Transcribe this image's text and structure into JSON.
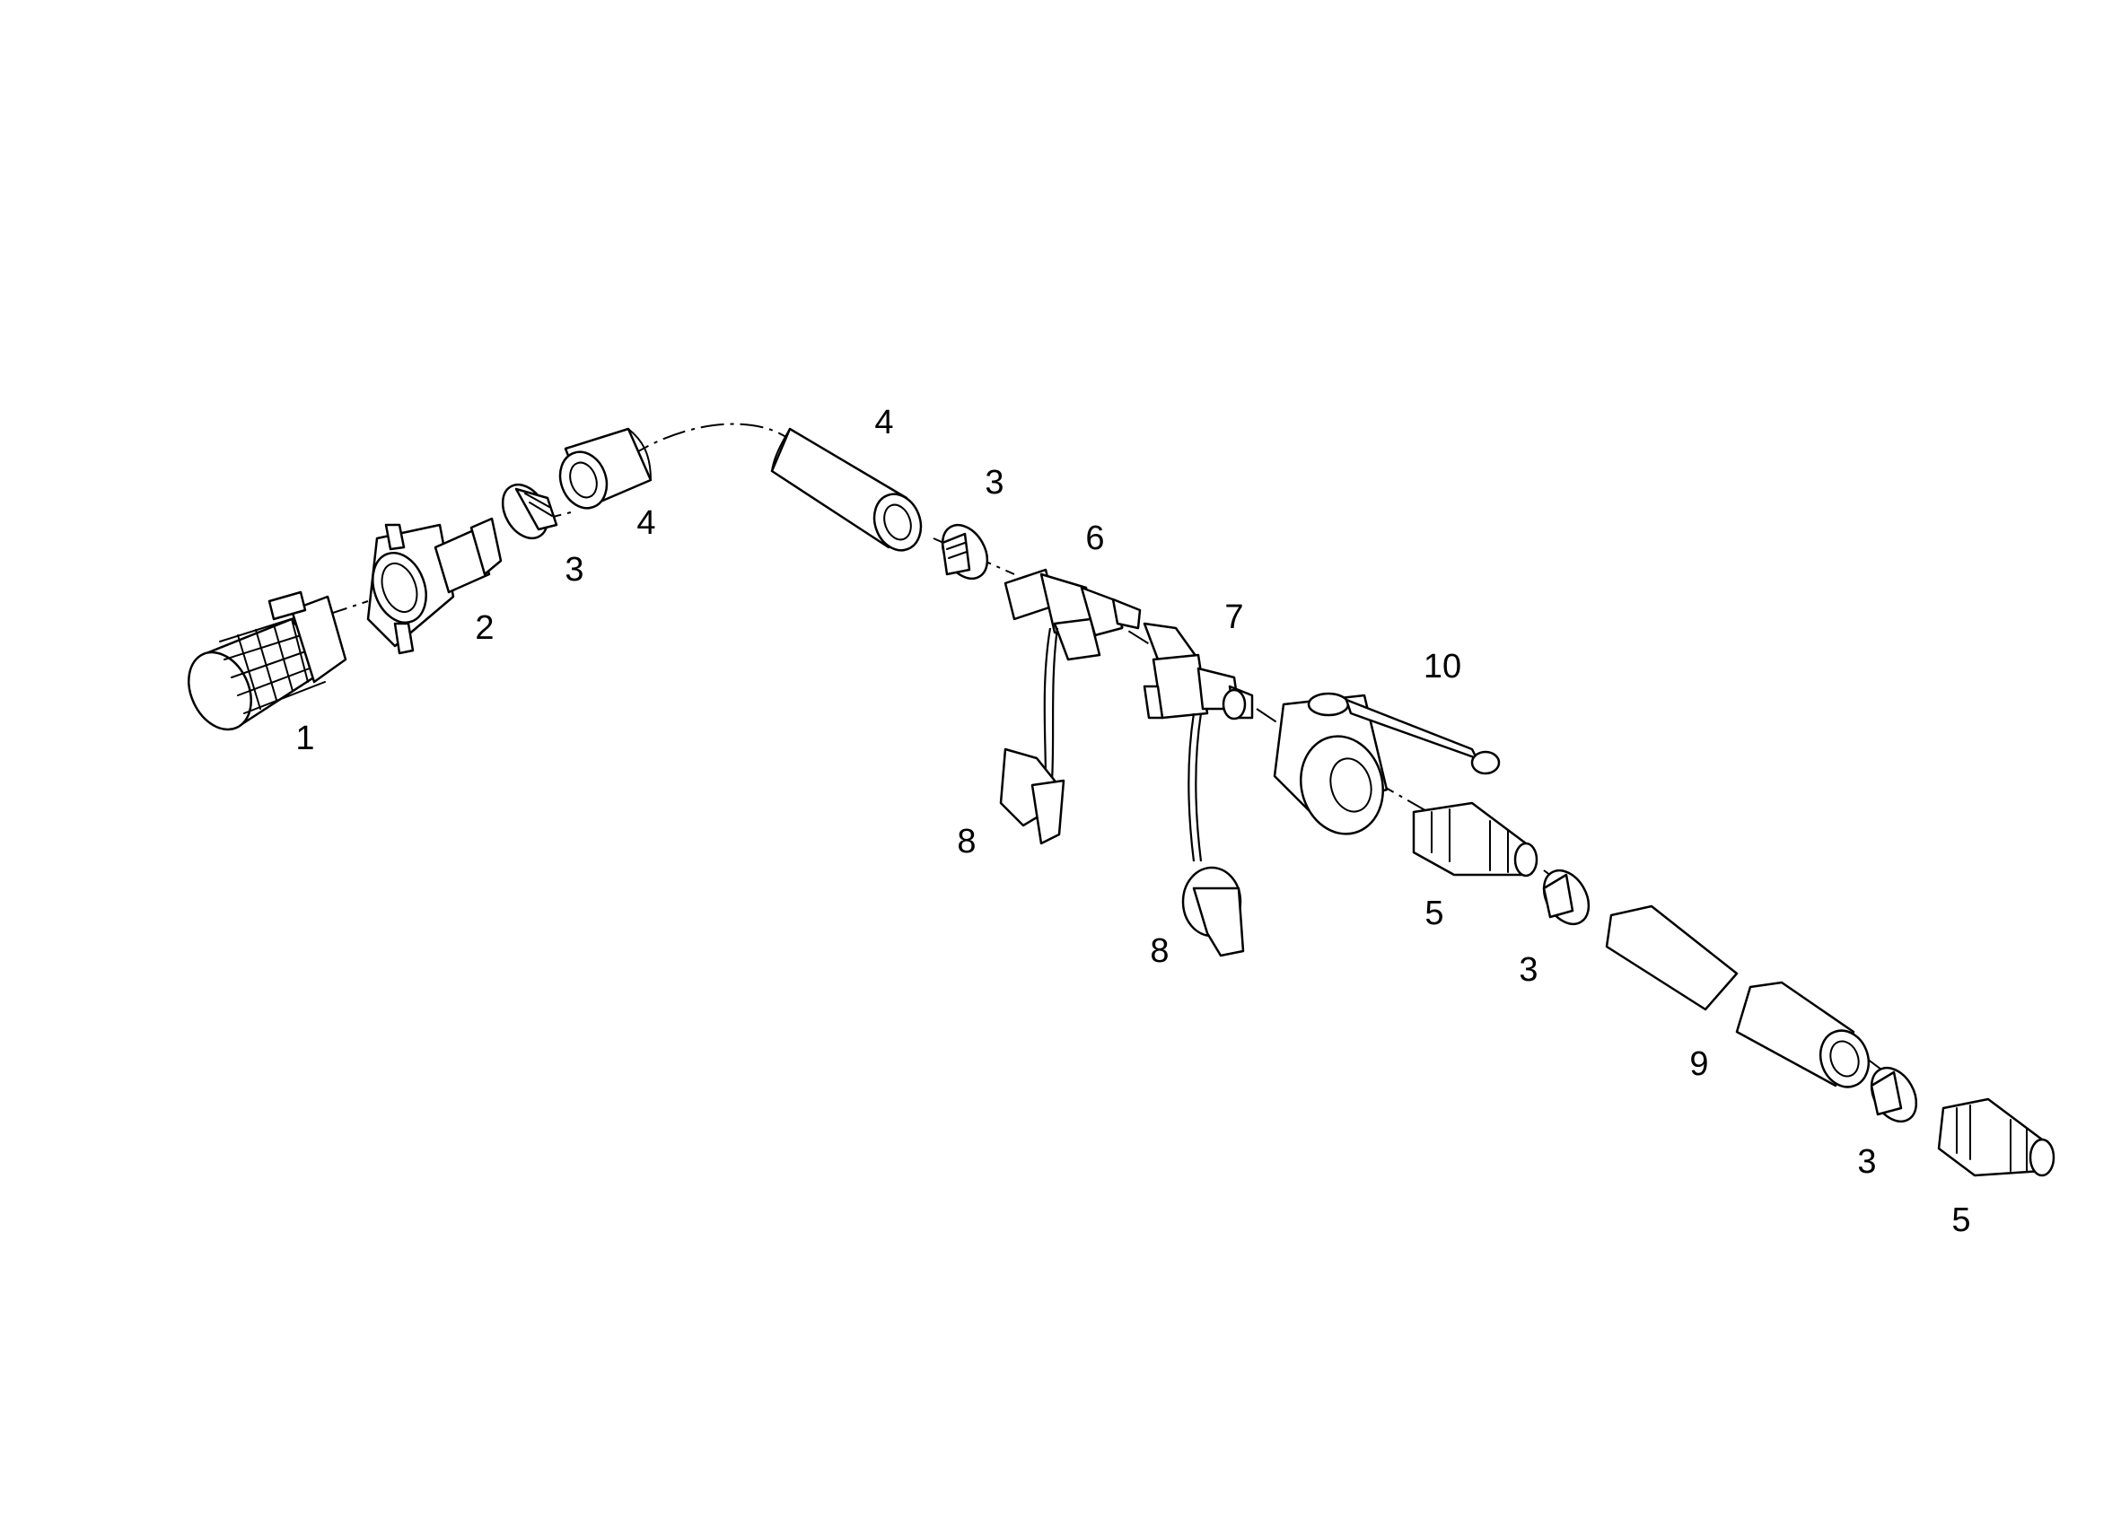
{
  "callouts": [
    {
      "id": "c1",
      "text": "1"
    },
    {
      "id": "c2",
      "text": "2"
    },
    {
      "id": "c3a",
      "text": "3"
    },
    {
      "id": "c4a",
      "text": "4"
    },
    {
      "id": "c4b",
      "text": "4"
    },
    {
      "id": "c3b",
      "text": "3"
    },
    {
      "id": "c6",
      "text": "6"
    },
    {
      "id": "c7",
      "text": "7"
    },
    {
      "id": "c10",
      "text": "10"
    },
    {
      "id": "c8a",
      "text": "8"
    },
    {
      "id": "c8b",
      "text": "8"
    },
    {
      "id": "c5a",
      "text": "5"
    },
    {
      "id": "c3c",
      "text": "3"
    },
    {
      "id": "c9",
      "text": "9"
    },
    {
      "id": "c3d",
      "text": "3"
    },
    {
      "id": "c5b",
      "text": "5"
    }
  ],
  "colors": {
    "line": "#000000",
    "background": "#ffffff"
  }
}
